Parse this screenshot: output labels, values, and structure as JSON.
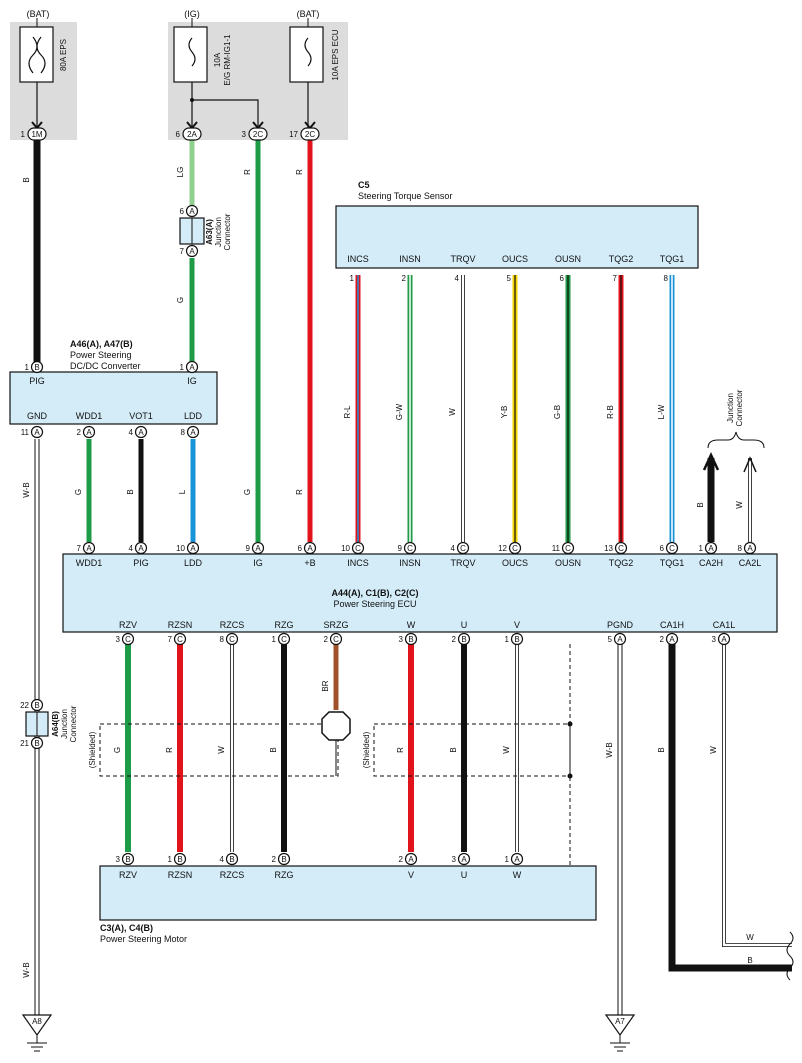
{
  "colors": {
    "B": "#111111",
    "W": "#ffffff",
    "G": "#1e9b47",
    "LG": "#8fcf8f",
    "R": "#e1141c",
    "L": "#1a94d8",
    "Y": "#f5d400",
    "BR": "#a0522d",
    "box_fill": "#d3ecf8",
    "gray_fill": "#dcdcdc"
  },
  "sources": {
    "bat1": "(BAT)",
    "ig": "(IG)",
    "bat2": "(BAT)",
    "fuse1": "80A EPS",
    "fuse2_a": "10A",
    "fuse2_b": "E/G RM-IG1-1",
    "fuse3": "10A EPS ECU"
  },
  "top_terms": {
    "t1m_num": "1",
    "t1m": "1M",
    "t2a_num": "6",
    "t2a": "2A",
    "t2c_num": "3",
    "t2c": "2C",
    "t2c2_num": "17",
    "t2c2": "2C"
  },
  "wires": {
    "w1": "B",
    "w2": "LG",
    "w3": "G",
    "w4": "R",
    "w5": "G",
    "w6": "W-B",
    "w7": "G",
    "w8": "B",
    "w9": "L",
    "w10": "G",
    "w11": "R",
    "w12": "B",
    "w13": "W",
    "w14": "R-L",
    "w15": "G-W",
    "w16": "W",
    "w17": "Y-B",
    "w18": "G-B",
    "w19": "R-B",
    "w20": "L-W",
    "w21": "G",
    "w22": "R",
    "w23": "W",
    "w24": "B",
    "w25": "BR",
    "w26": "R",
    "w27": "B",
    "w28": "W",
    "w29": "W-B",
    "w30": "B",
    "w31": "W",
    "w32": "W-B",
    "w33": "W",
    "w34": "B"
  },
  "a63": {
    "code": "A63(A)",
    "desc1": "Junction",
    "desc2": "Connector",
    "p6_num": "6",
    "p6": "A",
    "p7_num": "7",
    "p7": "A"
  },
  "a46": {
    "code": "A46(A), A47(B)",
    "desc1": "Power Steering",
    "desc2": "DC/DC Converter",
    "pig_num": "1",
    "pig_l": "B",
    "pig": "PIG",
    "ig_num": "1",
    "ig_l": "A",
    "ig": "IG",
    "gnd_num": "11",
    "gnd_l": "A",
    "gnd": "GND",
    "wdd1_num": "2",
    "wdd1_l": "A",
    "wdd1": "WDD1",
    "vot1_num": "4",
    "vot1_l": "A",
    "vot1": "VOT1",
    "ldd_num": "8",
    "ldd_l": "A",
    "ldd": "LDD"
  },
  "c5": {
    "code": "C5",
    "desc": "Steering Torque Sensor",
    "pins": [
      {
        "num": "1",
        "name": "INCS"
      },
      {
        "num": "2",
        "name": "INSN"
      },
      {
        "num": "4",
        "name": "TRQV"
      },
      {
        "num": "5",
        "name": "OUCS"
      },
      {
        "num": "6",
        "name": "OUSN"
      },
      {
        "num": "7",
        "name": "TQG2"
      },
      {
        "num": "8",
        "name": "TQG1"
      }
    ]
  },
  "jc_right": {
    "desc1": "Junction",
    "desc2": "Connector"
  },
  "ecu": {
    "code": "A44(A), C1(B), C2(C)",
    "desc": "Power Steering ECU",
    "top": [
      {
        "num": "7",
        "l": "A",
        "name": "WDD1"
      },
      {
        "num": "4",
        "l": "A",
        "name": "PIG"
      },
      {
        "num": "10",
        "l": "A",
        "name": "LDD"
      },
      {
        "num": "9",
        "l": "A",
        "name": "IG"
      },
      {
        "num": "6",
        "l": "A",
        "name": "+B"
      },
      {
        "num": "10",
        "l": "C",
        "name": "INCS"
      },
      {
        "num": "9",
        "l": "C",
        "name": "INSN"
      },
      {
        "num": "4",
        "l": "C",
        "name": "TRQV"
      },
      {
        "num": "12",
        "l": "C",
        "name": "OUCS"
      },
      {
        "num": "11",
        "l": "C",
        "name": "OUSN"
      },
      {
        "num": "13",
        "l": "C",
        "name": "TQG2"
      },
      {
        "num": "6",
        "l": "C",
        "name": "TQG1"
      },
      {
        "num": "1",
        "l": "A",
        "name": "CA2H"
      },
      {
        "num": "8",
        "l": "A",
        "name": "CA2L"
      }
    ],
    "bottom": [
      {
        "num": "3",
        "l": "C",
        "name": "RZV"
      },
      {
        "num": "7",
        "l": "C",
        "name": "RZSN"
      },
      {
        "num": "8",
        "l": "C",
        "name": "RZCS"
      },
      {
        "num": "1",
        "l": "C",
        "name": "RZG"
      },
      {
        "num": "2",
        "l": "C",
        "name": "SRZG"
      },
      {
        "num": "3",
        "l": "B",
        "name": "W"
      },
      {
        "num": "2",
        "l": "B",
        "name": "U"
      },
      {
        "num": "1",
        "l": "B",
        "name": "V"
      },
      {
        "num": "5",
        "l": "A",
        "name": "PGND"
      },
      {
        "num": "2",
        "l": "A",
        "name": "CA1H"
      },
      {
        "num": "3",
        "l": "A",
        "name": "CA1L"
      }
    ]
  },
  "a64": {
    "code": "A64(B)",
    "desc1": "Junction",
    "desc2": "Connector",
    "p22_num": "22",
    "p22": "B",
    "p21_num": "21",
    "p21": "B"
  },
  "shielded": {
    "left": "(Shielded)",
    "right": "(Shielded)"
  },
  "motor": {
    "code": "C3(A), C4(B)",
    "desc": "Power Steering Motor",
    "pins": [
      {
        "num": "3",
        "l": "B",
        "name": "RZV"
      },
      {
        "num": "1",
        "l": "B",
        "name": "RZSN"
      },
      {
        "num": "4",
        "l": "B",
        "name": "RZCS"
      },
      {
        "num": "2",
        "l": "B",
        "name": "RZG"
      },
      {
        "num": "2",
        "l": "A",
        "name": "V"
      },
      {
        "num": "3",
        "l": "A",
        "name": "U"
      },
      {
        "num": "1",
        "l": "A",
        "name": "W"
      }
    ]
  },
  "grounds": {
    "a8": "A8",
    "a7": "A7"
  }
}
